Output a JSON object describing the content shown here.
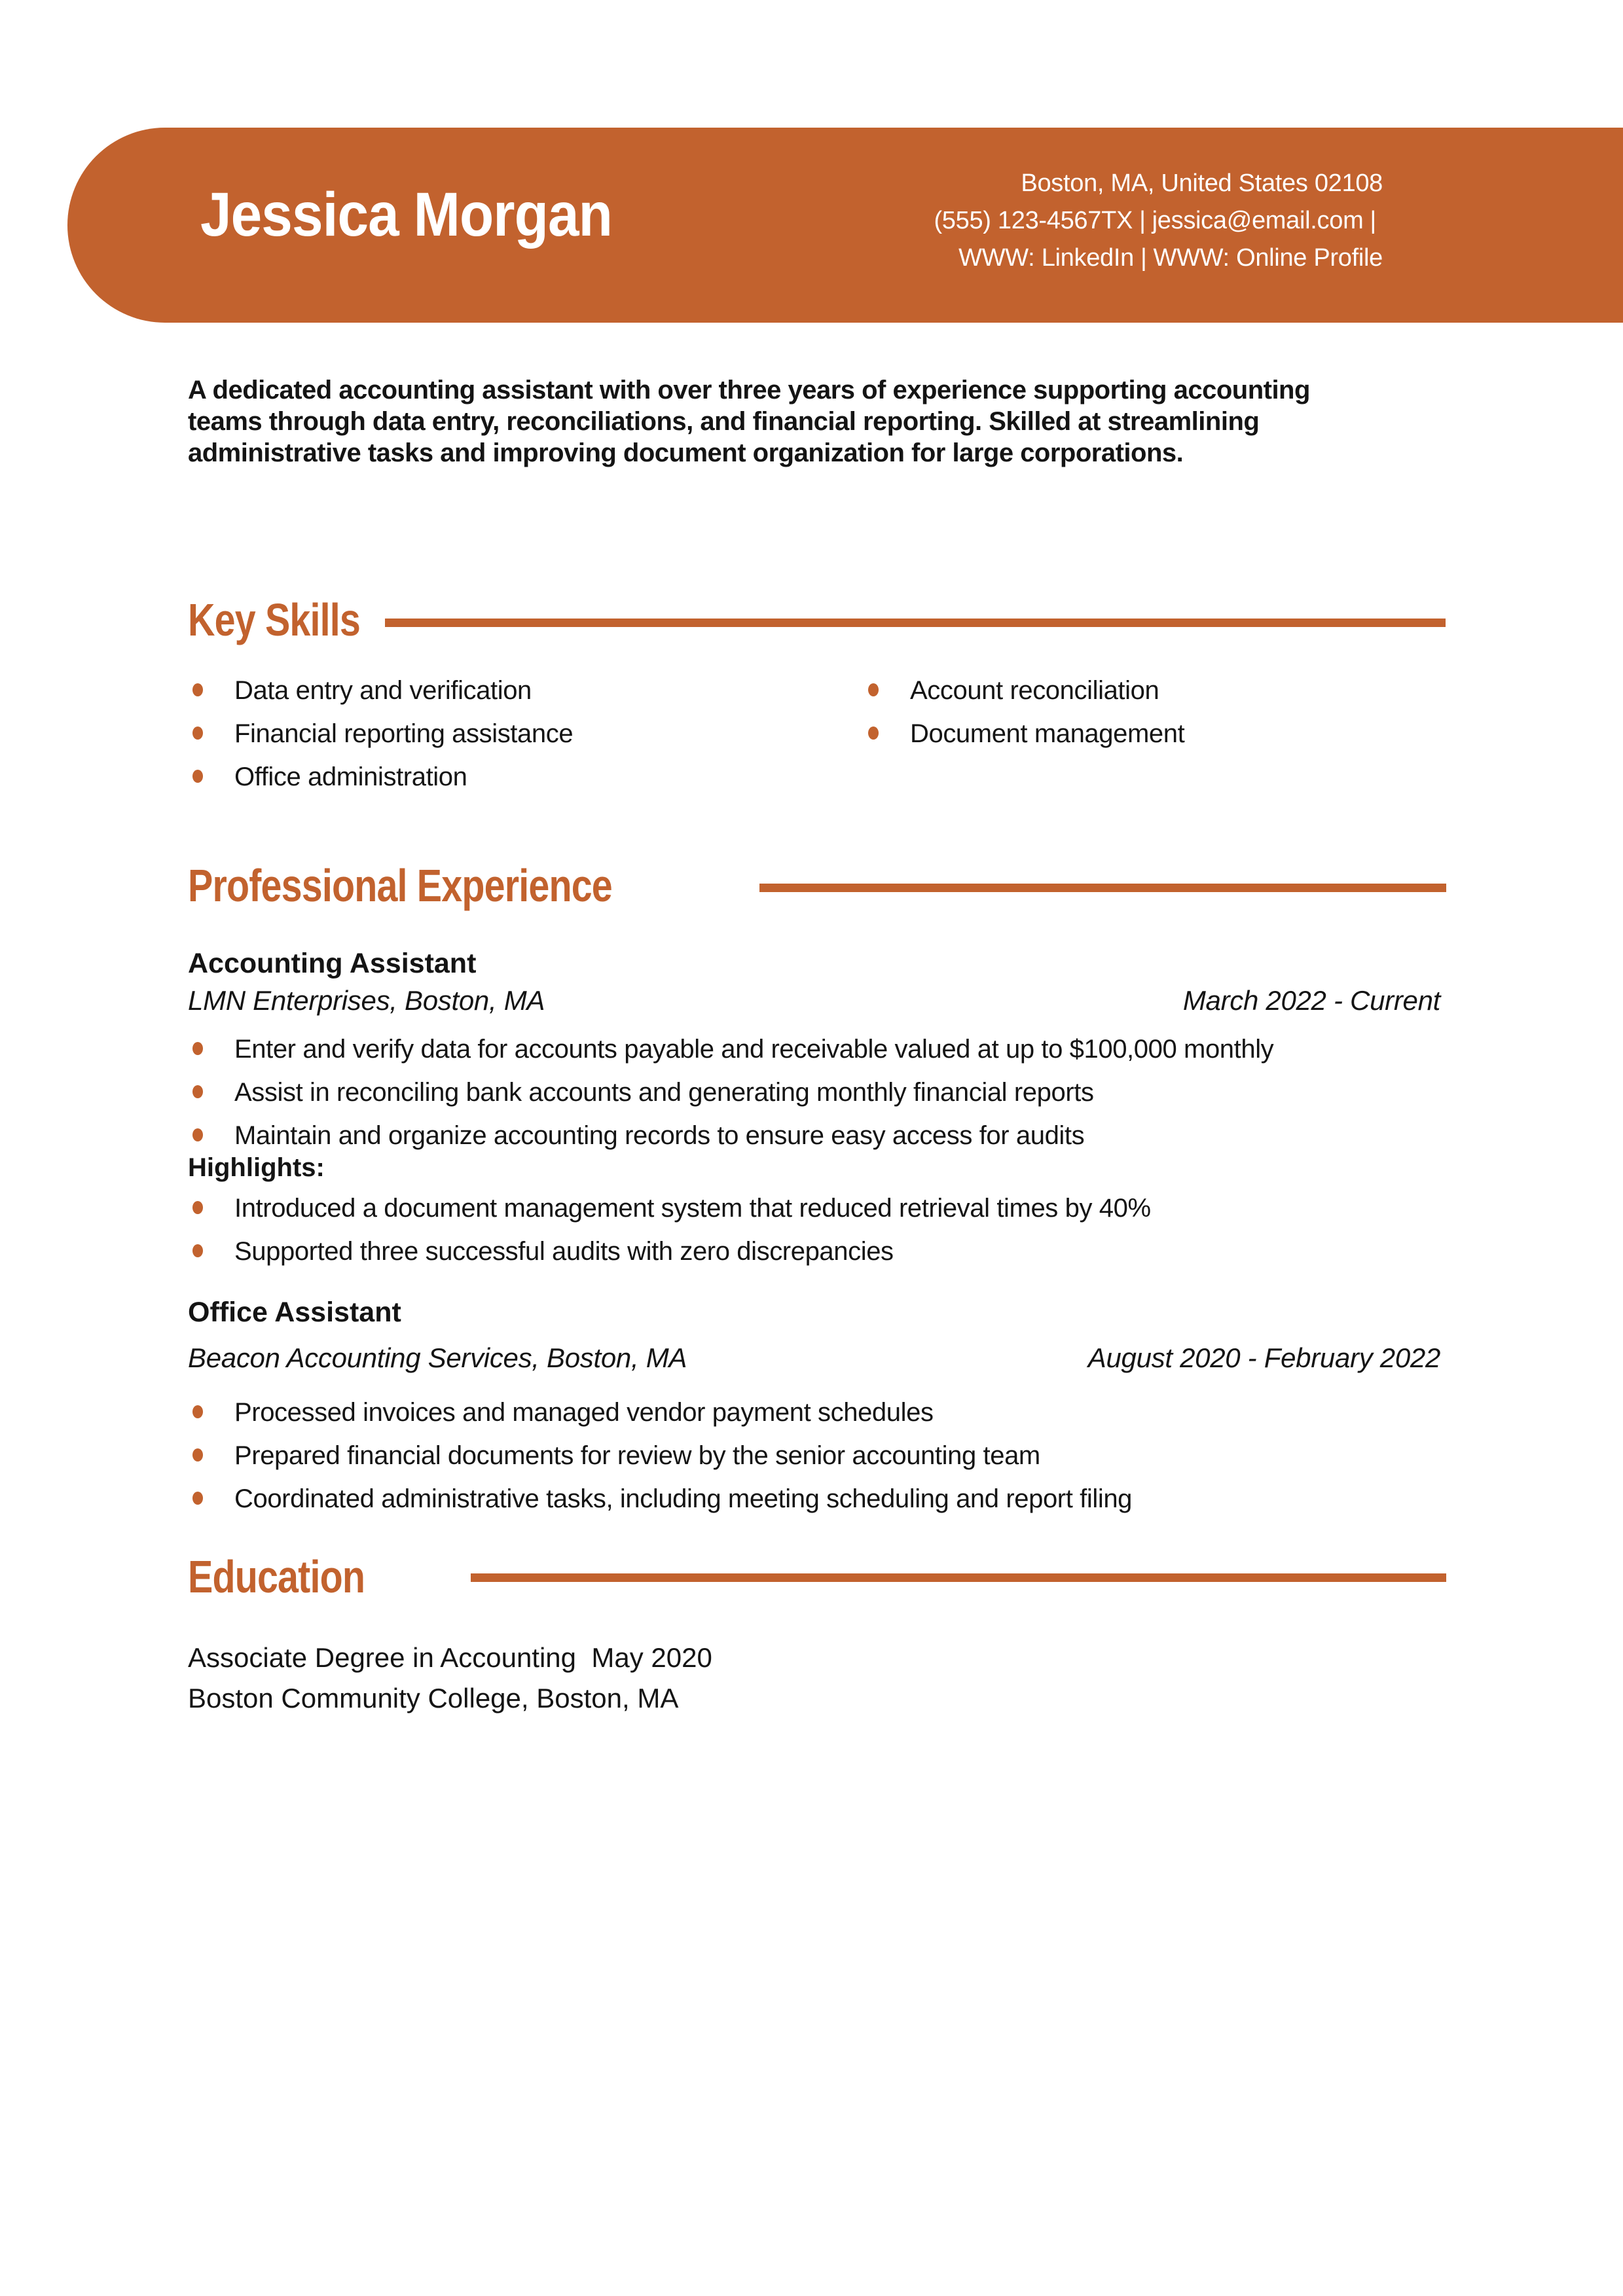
{
  "colors": {
    "accent": "#C2622E",
    "header_text": "#ffffff",
    "body_text": "#141414"
  },
  "header": {
    "name": "Jessica Morgan",
    "contact": {
      "line1": "Boston, MA, United States 02108",
      "phone": "(555) 123-4567TX",
      "sep": "|",
      "email": "jessica@email.com",
      "trailing_sep": "|",
      "linkedin": "WWW: LinkedIn",
      "online_profile": "WWW: Online Profile"
    }
  },
  "summary": "A dedicated accounting assistant with over three years of experience supporting accounting teams through data entry, reconciliations, and financial reporting. Skilled at streamlining administrative tasks and improving document organization for large corporations.",
  "key_skills": {
    "title": "Key Skills",
    "col1": [
      "Data entry and verification",
      "Financial reporting assistance",
      "Office administration"
    ],
    "col2": [
      "Account reconciliation",
      "Document management"
    ]
  },
  "experience": {
    "title": "Professional Experience",
    "jobs": [
      {
        "job_title": "Accounting Assistant",
        "company": "LMN Enterprises, Boston, MA",
        "dates": "March 2022 - Current",
        "bullets": [
          "Enter and verify data for accounts payable and receivable valued at up to $100,000 monthly",
          "Assist in reconciling bank accounts and generating monthly financial reports",
          "Maintain and organize accounting records to ensure easy access for audits"
        ],
        "highlights_label": "Highlights:",
        "highlights": [
          "Introduced a document management system that reduced retrieval times by 40%",
          "Supported three successful audits with zero discrepancies"
        ]
      },
      {
        "job_title": "Office Assistant",
        "company": "Beacon Accounting Services, Boston, MA",
        "dates": "August 2020 - February 2022",
        "bullets": [
          "Processed invoices and managed vendor payment schedules",
          "Prepared financial documents for review by the senior accounting team",
          "Coordinated administrative tasks, including meeting scheduling and report filing"
        ]
      }
    ]
  },
  "education": {
    "title": "Education",
    "line1": "Associate Degree in Accounting  May 2020",
    "line2": "Boston Community College, Boston, MA"
  }
}
